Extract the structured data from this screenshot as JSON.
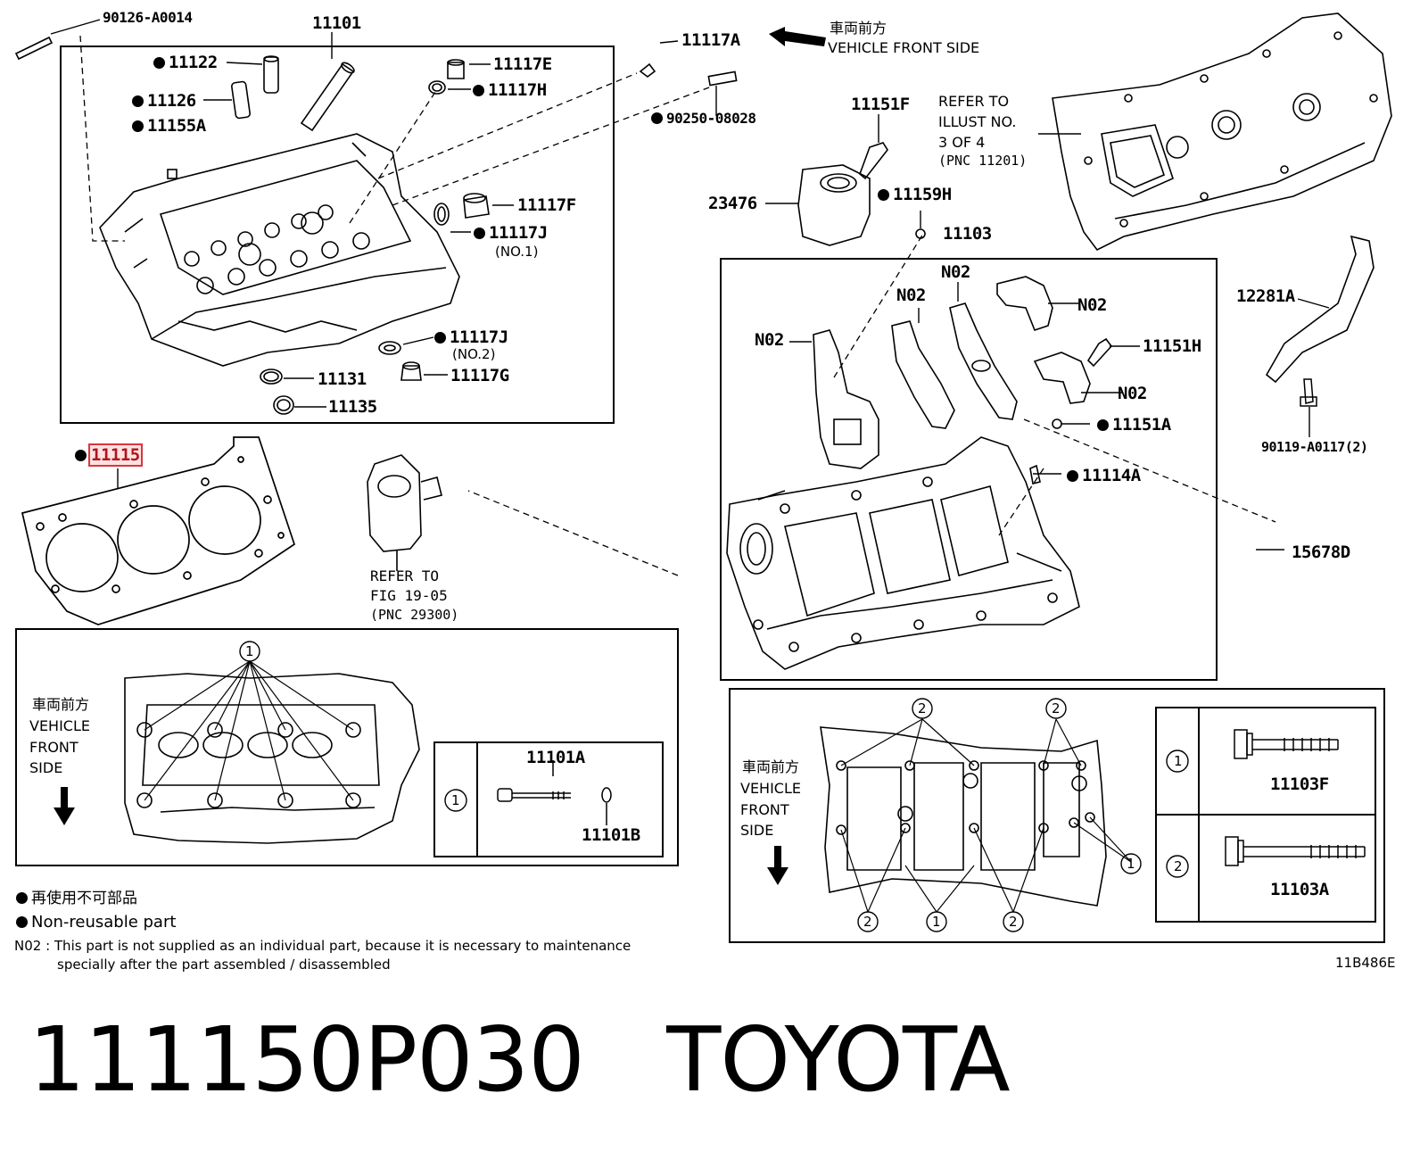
{
  "callouts": {
    "p90126": "90126-A0014",
    "p11101": "11101",
    "p11122": "11122",
    "p11126": "11126",
    "p11155A": "11155A",
    "p11117E": "11117E",
    "p11117H": "11117H",
    "p11117A": "11117A",
    "p90250": "90250-08028",
    "p11117F": "11117F",
    "p11117J1": "11117J",
    "p11117J1_sub": "(NO.1)",
    "p11117J2": "11117J",
    "p11117J2_sub": "(NO.2)",
    "p11117G": "11117G",
    "p11131": "11131",
    "p11135": "11135",
    "p11115": "11115",
    "p11151F": "11151F",
    "p23476": "23476",
    "p11159H": "11159H",
    "p11103": "11103",
    "p12281A": "12281A",
    "p11151H": "11151H",
    "p11151A": "11151A",
    "p90119": "90119-A0117(2)",
    "p11114A": "11114A",
    "p15678D": "15678D",
    "n02": "N02"
  },
  "front_arrow": {
    "jp": "車両前方",
    "en": "VEHICLE FRONT SIDE"
  },
  "refer_illust": [
    "REFER TO",
    "ILLUST NO.",
    "3 OF 4",
    "(PNC 11201)"
  ],
  "refer_fig": [
    "REFER TO",
    "FIG 19-05",
    "(PNC 29300)"
  ],
  "side_label": {
    "jp": "車両前方",
    "l1": "VEHICLE",
    "l2": "FRONT",
    "l3": "SIDE"
  },
  "bolts_left": {
    "num": "1",
    "part_a": "11101A",
    "part_b": "11101B"
  },
  "bolts_right": {
    "num1": "1",
    "part1": "11103F",
    "num2": "2",
    "part2": "11103A"
  },
  "legend": {
    "jp": "再使用不可部品",
    "en": "Non-reusable part",
    "n02_note": "N02 : This part is not supplied as an individual part, because it is necessary to maintenance",
    "n02_note2": "specially after the part assembled / disassembled"
  },
  "diagram_code": "11B486E",
  "footer": {
    "part_number": "111150P030",
    "brand": "TOYOTA"
  }
}
